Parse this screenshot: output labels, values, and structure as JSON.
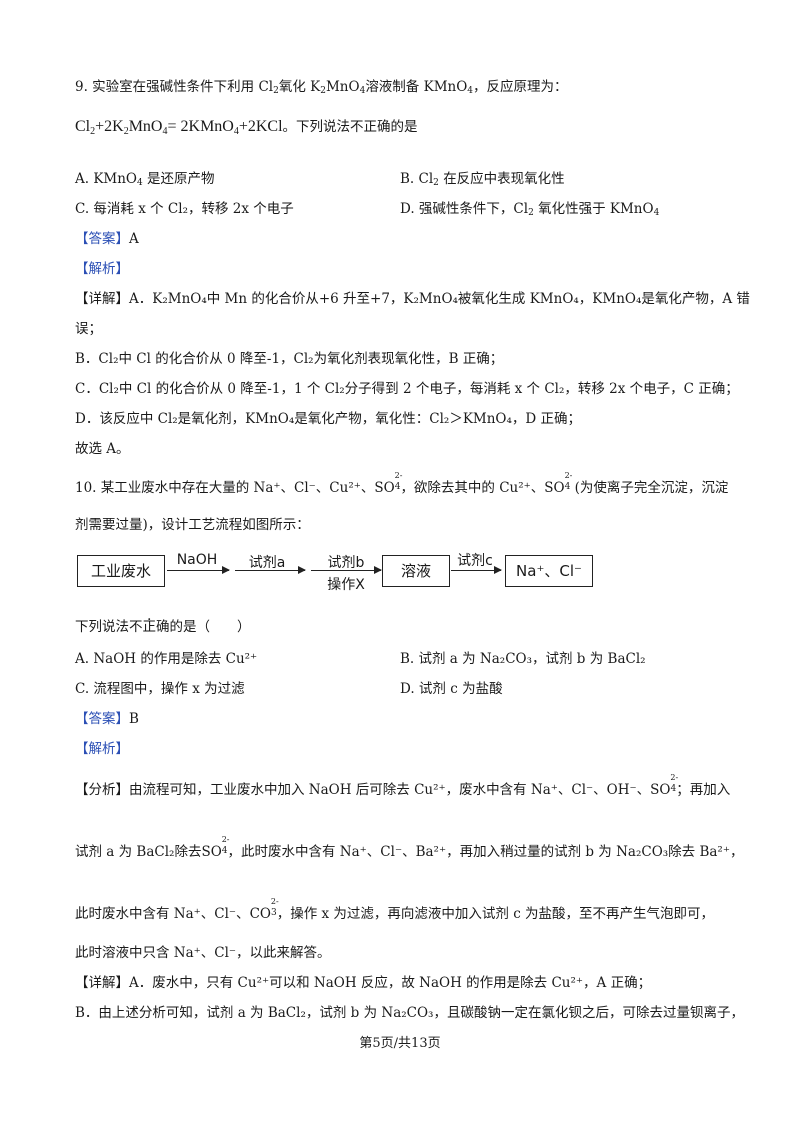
{
  "q9": {
    "stem_a": "9. 实验室在强碱性条件下利用",
    "stem_b": "氧化",
    "stem_c": "溶液制备",
    "stem_d": "，反应原理为：",
    "eq_tail": "。下列说法不正确的是",
    "optA": "是还原产物",
    "optB_a": "B. Cl",
    "optB_b": "在反应中表现氧化性",
    "optC": "C. 每消耗 x 个 Cl₂，转移 2x 个电子",
    "optD_a": "D. 强碱性条件下，Cl",
    "optD_b": "氧化性强于 KMnO",
    "answer_label": "【答案】",
    "answer": "A",
    "analysis_label": "【解析】",
    "detail_1": "【详解】A．K₂MnO₄中 Mn 的化合价从+6 升至+7，K₂MnO₄被氧化生成 KMnO₄，KMnO₄是氧化产物，A 错",
    "detail_1b": "误；",
    "detail_2": "B．Cl₂中 Cl 的化合价从 0 降至-1，Cl₂为氧化剂表现氧化性，B 正确；",
    "detail_3": "C．Cl₂中 Cl 的化合价从 0 降至-1，1 个 Cl₂分子得到 2 个电子，每消耗 x 个 Cl₂，转移 2x 个电子，C 正确；",
    "detail_4": "D．该反应中 Cl₂是氧化剂，KMnO₄是氧化产物，氧化性：Cl₂＞KMnO₄，D 正确；",
    "conclusion": "故选 A。"
  },
  "q10": {
    "stem_a": "10. 某工业废水中存在大量的 Na⁺、Cl⁻、Cu²⁺、",
    "stem_b": "，欲除去其中的 Cu²⁺、",
    "stem_c": " (为使离子完全沉淀，沉淀",
    "stem_2": "剂需要过量)，设计工艺流程如图所示：",
    "flow": {
      "box1": "工业废水",
      "step1": "NaOH",
      "step2": "试剂a",
      "step3_top": "试剂b",
      "step3_bottom": "操作X",
      "box2": "溶液",
      "step4": "试剂c",
      "box3": "Na⁺、Cl⁻"
    },
    "prompt_a": "下列说法",
    "prompt_b": "不正确",
    "prompt_c": "的是（　　）",
    "optA": "A. NaOH 的作用是除去 Cu²⁺",
    "optB": "B. 试剂 a 为 Na₂CO₃，试剂 b 为 BaCl₂",
    "optC": "C. 流程图中，操作 x 为过滤",
    "optD": "D. 试剂 c 为盐酸",
    "answer_label": "【答案】",
    "answer": "B",
    "analysis_label": "【解析】",
    "fx1_a": "【分析】由流程可知，工业废水中加入 NaOH 后可除去 Cu²⁺，废水中含有 Na⁺、Cl⁻、OH⁻、",
    "fx1_b": "；再加入",
    "fx2_a": "试剂 a 为 BaCl₂除去",
    "fx2_b": "，此时废水中含有 Na⁺、Cl⁻、Ba²⁺，再加入稍过量的试剂 b 为 Na₂CO₃除去 Ba²⁺，",
    "fx3_a": "此时废水中含有 Na⁺、Cl⁻、",
    "fx3_b": "，操作 x 为过滤，再向滤液中加入试剂 c 为盐酸，至不再产生气泡即可，",
    "fx4": "此时溶液中只含 Na⁺、Cl⁻，以此来解答。",
    "xj1": "【详解】A．废水中，只有 Cu²⁺可以和 NaOH 反应，故 NaOH 的作用是除去 Cu²⁺，A 正确；",
    "xj2": "B．由上述分析可知，试剂 a 为 BaCl₂，试剂 b 为 Na₂CO₃，且碳酸钠一定在氯化钡之后，可除去过量钡离子，"
  },
  "footer": "第5页/共13页"
}
